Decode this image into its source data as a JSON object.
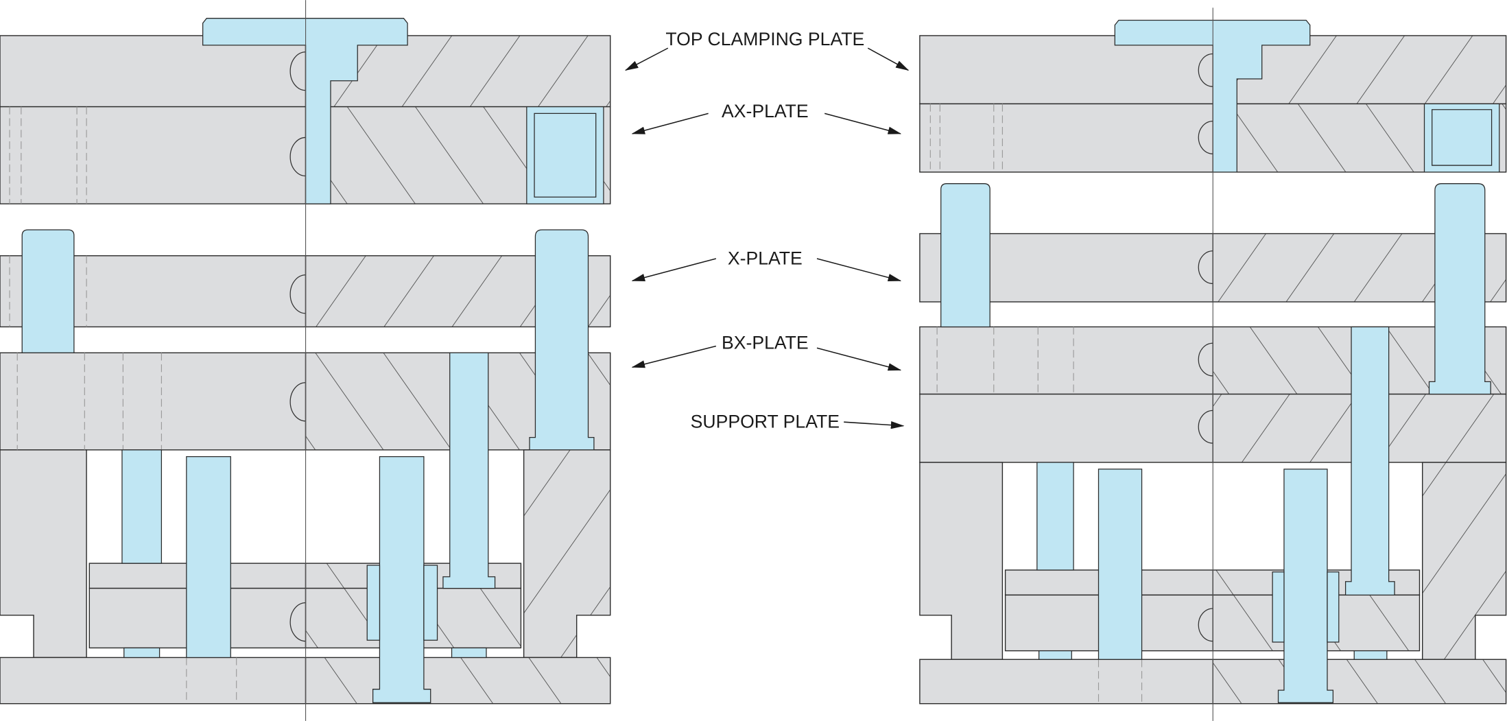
{
  "diagram": {
    "title": "Mold plate assembly — closed and open states",
    "labels": {
      "top_clamping_plate": "TOP CLAMPING PLATE",
      "ax_plate": "AX-PLATE",
      "x_plate": "X-PLATE",
      "bx_plate": "BX-PLATE",
      "support_plate": "SUPPORT PLATE"
    },
    "colors": {
      "plate": "#dcdddf",
      "component": "#c0e6f3",
      "outline": "#2b2b2b"
    }
  }
}
